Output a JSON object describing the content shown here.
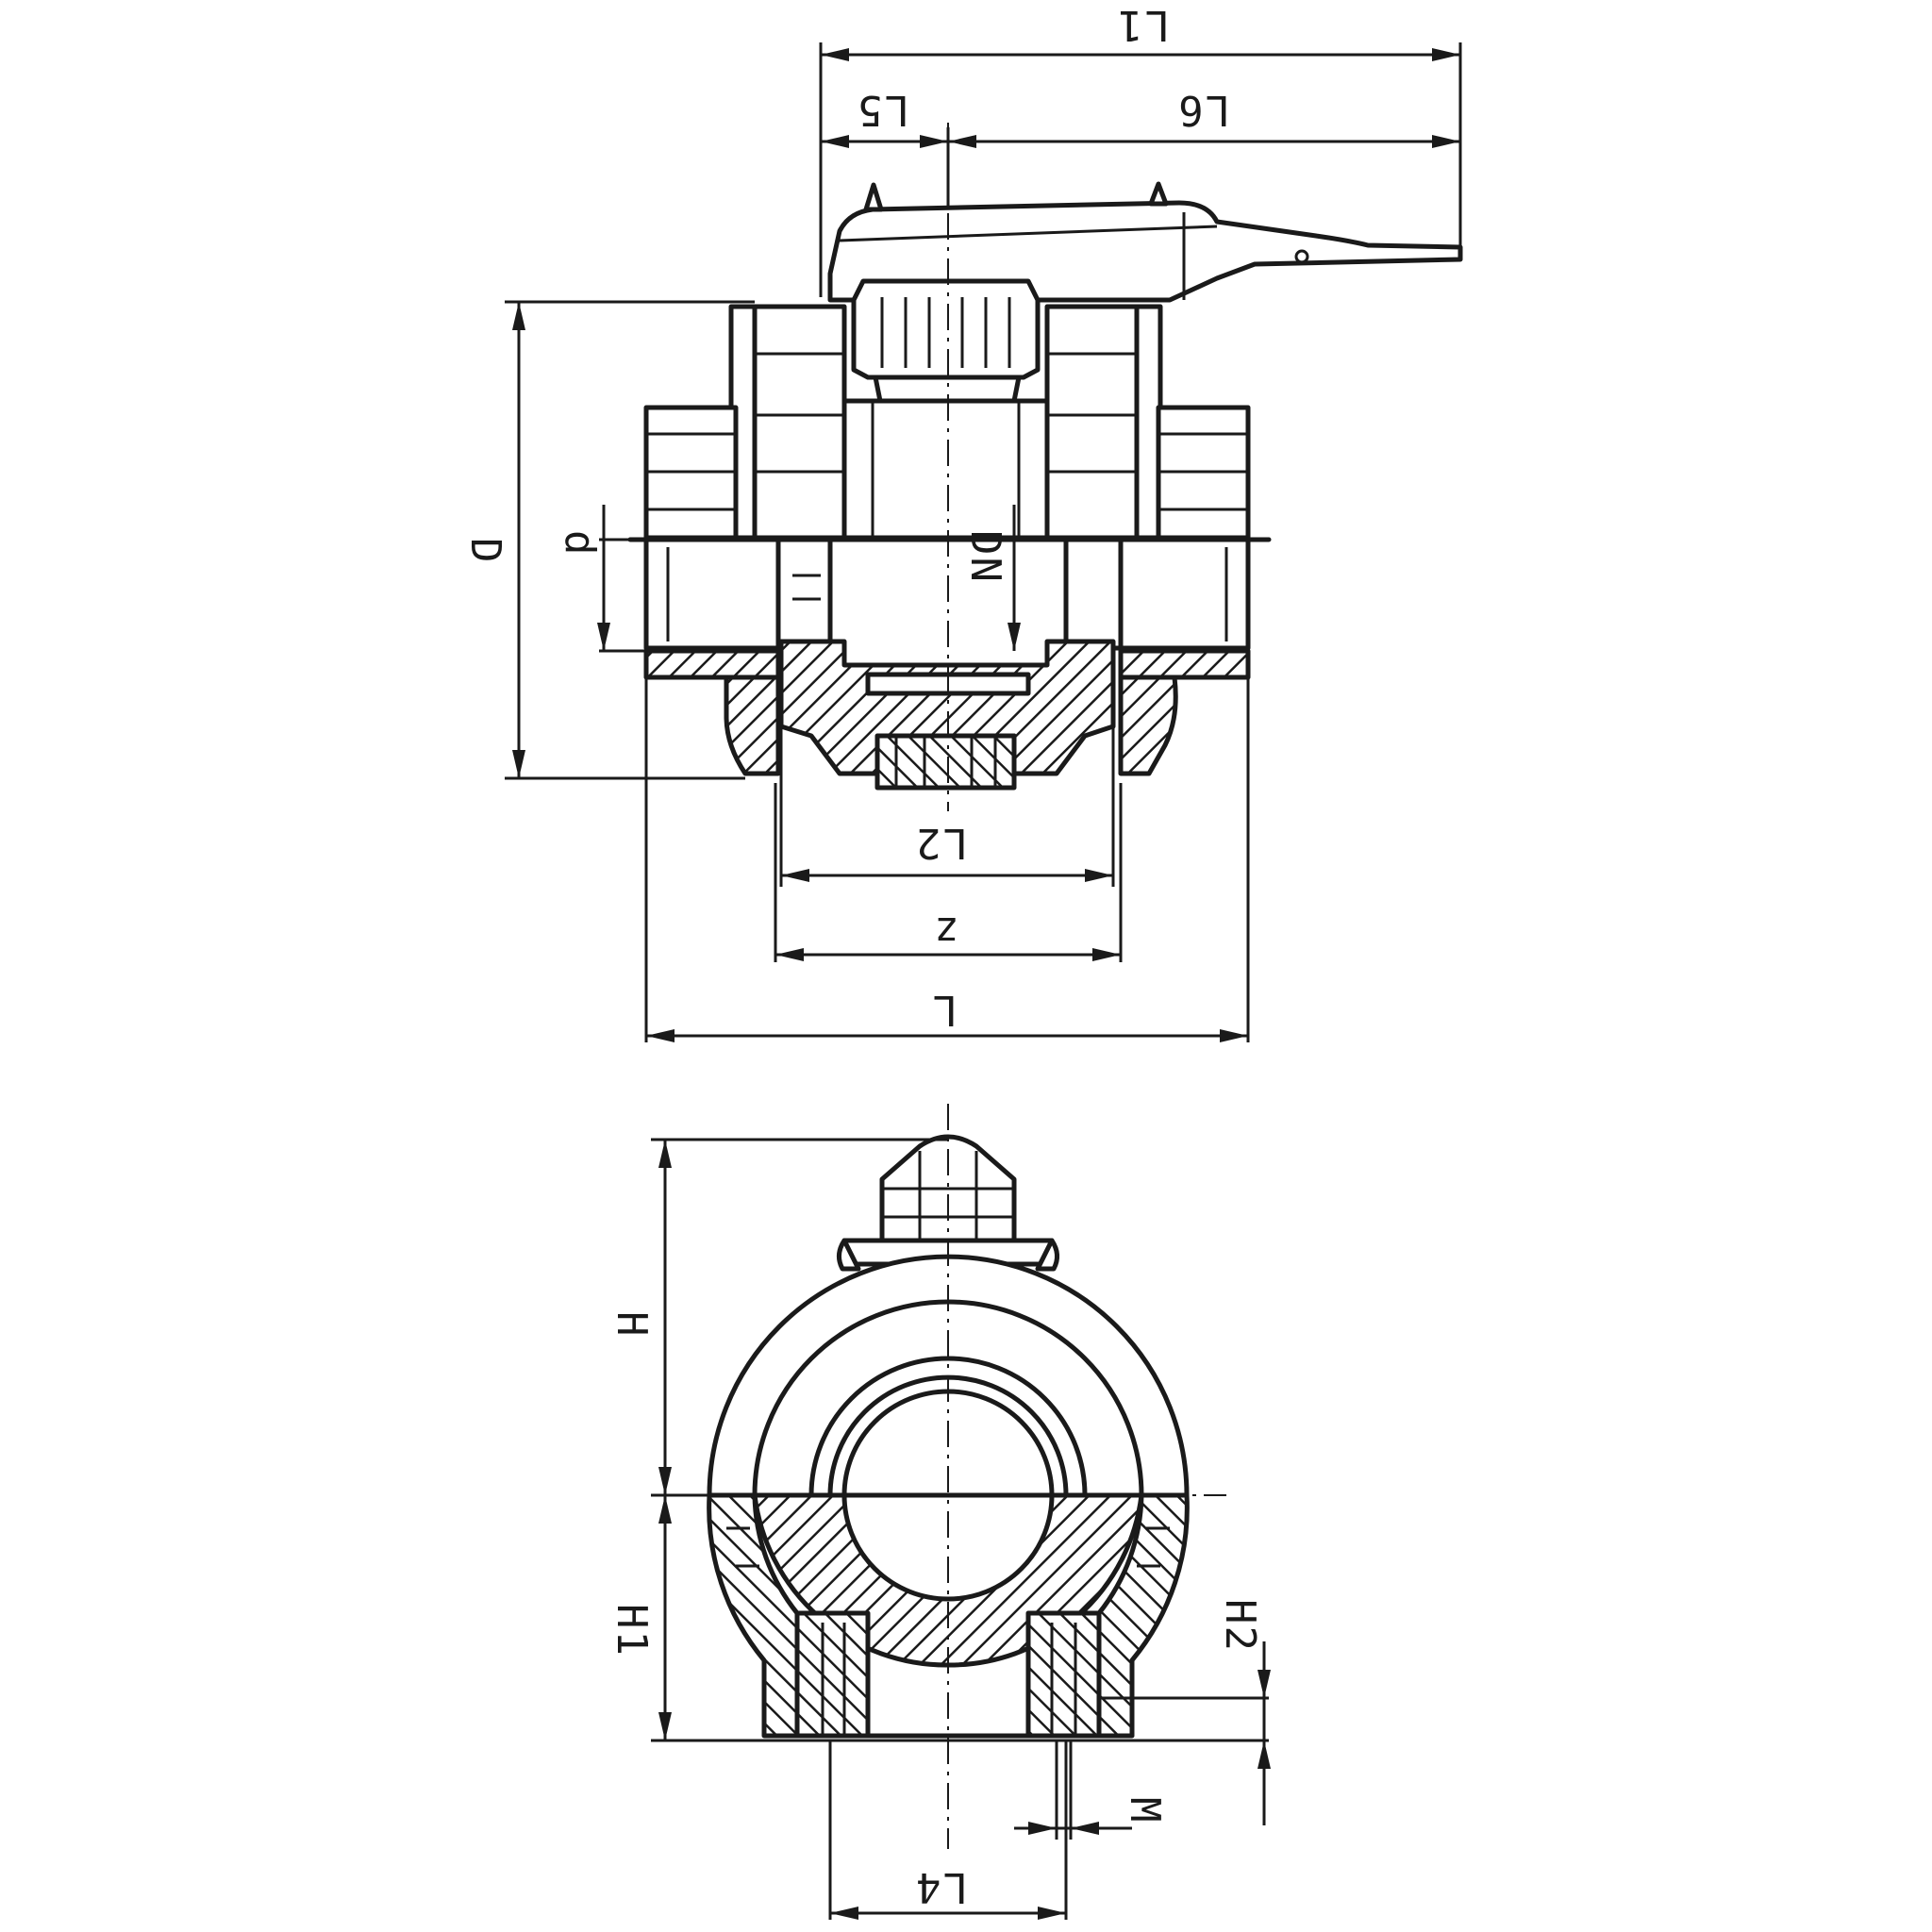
{
  "diagram": {
    "views": [
      {
        "id": "side",
        "dimensions": {
          "L1": "L1",
          "L5": "L5",
          "L6": "L6",
          "D": "D",
          "d": "d",
          "DN": "DN",
          "L2": "L2",
          "z": "z",
          "L": "L"
        }
      },
      {
        "id": "front",
        "dimensions": {
          "H": "H",
          "H1": "H1",
          "H2": "H2",
          "M": "M",
          "L4": "L4"
        }
      }
    ],
    "colors": {
      "ink": "#1a1a1a",
      "paper": "#ffffff"
    }
  }
}
